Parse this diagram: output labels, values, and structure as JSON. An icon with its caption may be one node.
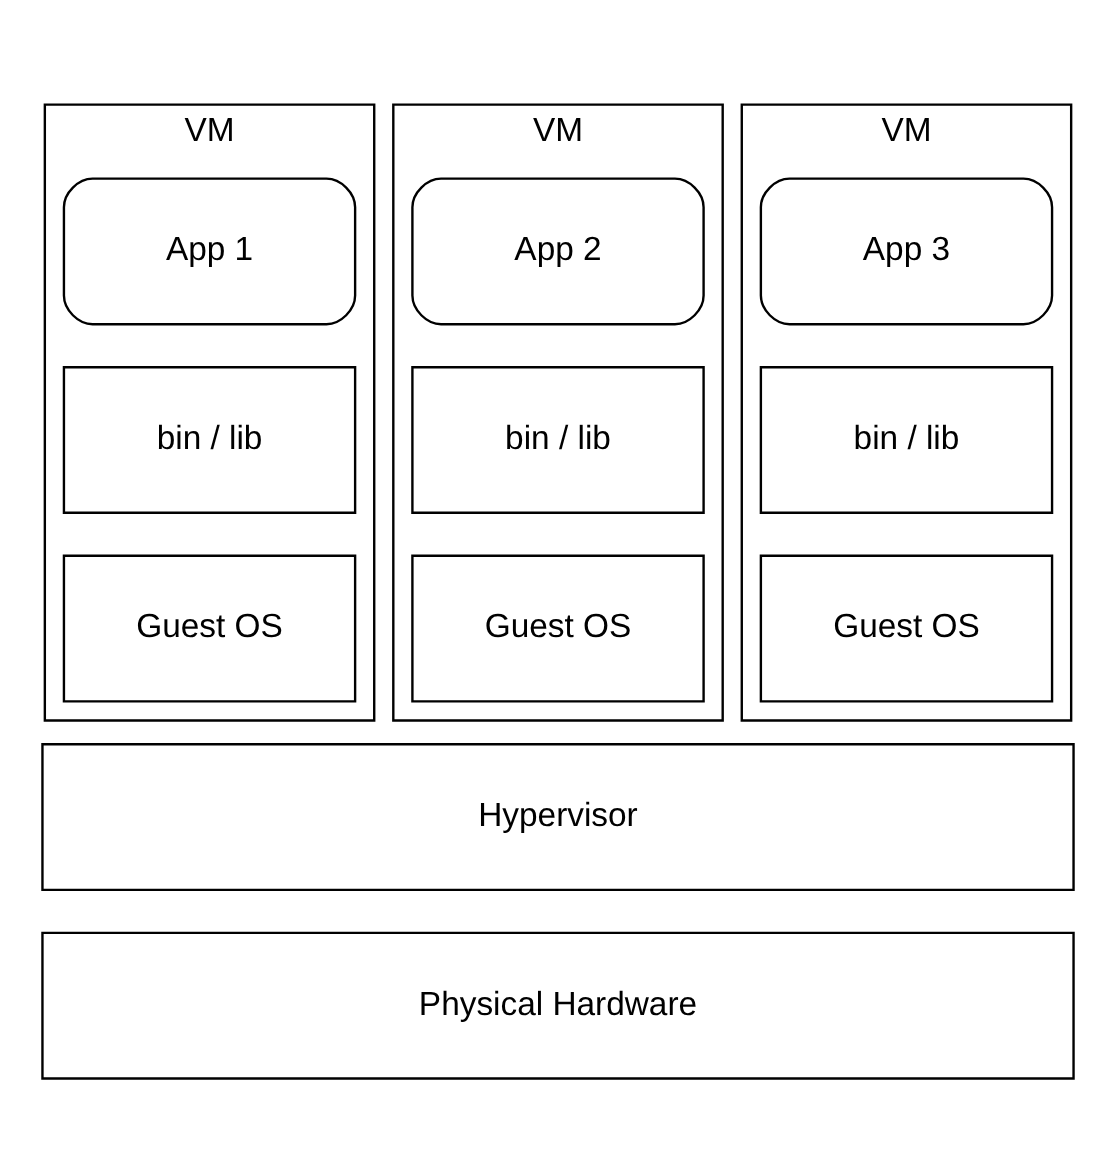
{
  "diagram": {
    "nodes": [
      {
        "text": [
          "VM"
        ]
      },
      {
        "text": [
          "App 1"
        ],
        "in": 0
      },
      {
        "text": [
          "bin / lib"
        ],
        "in": 0
      },
      {
        "text": [
          "Guest OS"
        ],
        "in": 0
      },
      {
        "text": [
          "VM"
        ]
      },
      {
        "text": [
          "App 2"
        ],
        "in": 4
      },
      {
        "text": [
          "bin / lib"
        ],
        "in": 4
      },
      {
        "text": [
          "Guest OS"
        ],
        "in": 4
      },
      {
        "text": [
          "VM"
        ]
      },
      {
        "text": [
          "App 3"
        ],
        "in": 8
      },
      {
        "text": [
          "bin / lib"
        ],
        "in": 8
      },
      {
        "text": [
          "Guest OS"
        ],
        "in": 8
      },
      {
        "text": [
          "Hypervisor"
        ]
      },
      {
        "text": [
          "Physical Hardware"
        ]
      }
    ]
  }
}
